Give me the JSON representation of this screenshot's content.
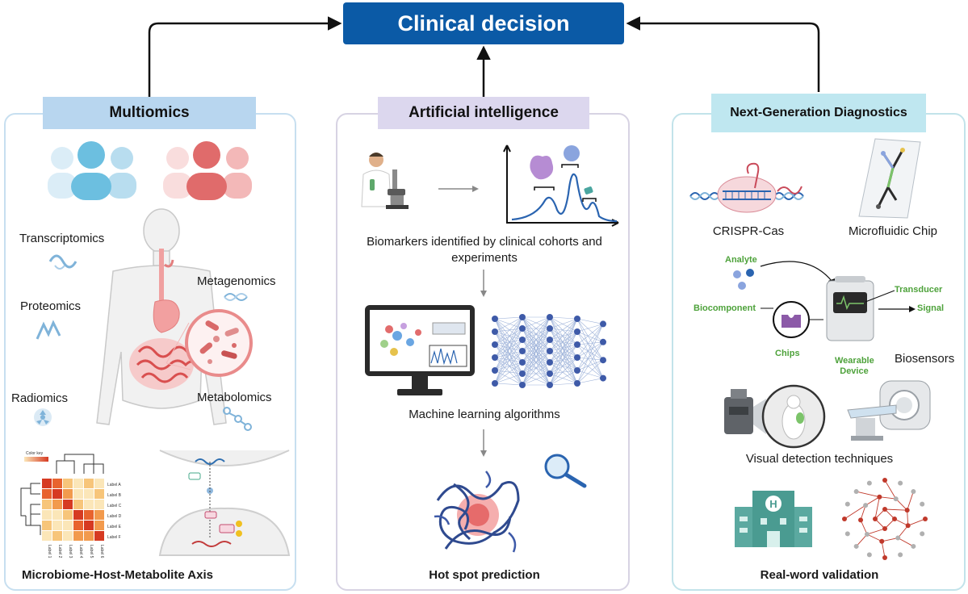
{
  "header": {
    "title": "Clinical decision"
  },
  "multiomics": {
    "title": "Multiomics",
    "labels": {
      "transcriptomics": "Transcriptomics",
      "proteomics": "Proteomics",
      "radiomics": "Radiomics",
      "metagenomics": "Metagenomics",
      "metabolomics": "Metabolomics"
    },
    "heatmap": {
      "color_key": "Color key",
      "row_labels": [
        "Label A",
        "Label B",
        "Label C",
        "Label D",
        "Label E",
        "Label F"
      ],
      "col_labels": [
        "Label 1",
        "Label 2",
        "Label 3",
        "Label 4",
        "Label 5",
        "Label 6"
      ]
    },
    "footer": "Microbiome-Host-Metabolite Axis"
  },
  "ai": {
    "title": "Artificial intelligence",
    "biomarkers_text": "Biomarkers identified by clinical cohorts and experiments",
    "ml_text": "Machine learning algorithms",
    "footer": "Hot spot prediction"
  },
  "diagnostics": {
    "title": "Next-Generation Diagnostics",
    "crispr": "CRISPR-Cas",
    "microfluidic": "Microfluidic Chip",
    "biosensor_labels": {
      "analyte": "Analyte",
      "transducer": "Transducer",
      "biocomponent": "Biocomponent",
      "signal": "Signal",
      "chips": "Chips",
      "wearable": "Wearable",
      "device": "Device"
    },
    "biosensors": "Biosensors",
    "visual": "Visual detection techniques",
    "footer": "Real-word validation"
  },
  "colors": {
    "header_bg": "#0b5aa6",
    "multiomics_tab": "#b8d6ef",
    "ai_tab": "#dcd7ee",
    "diagnostics_tab": "#bfe7f0",
    "biosensor_green": "#4ea23b"
  }
}
